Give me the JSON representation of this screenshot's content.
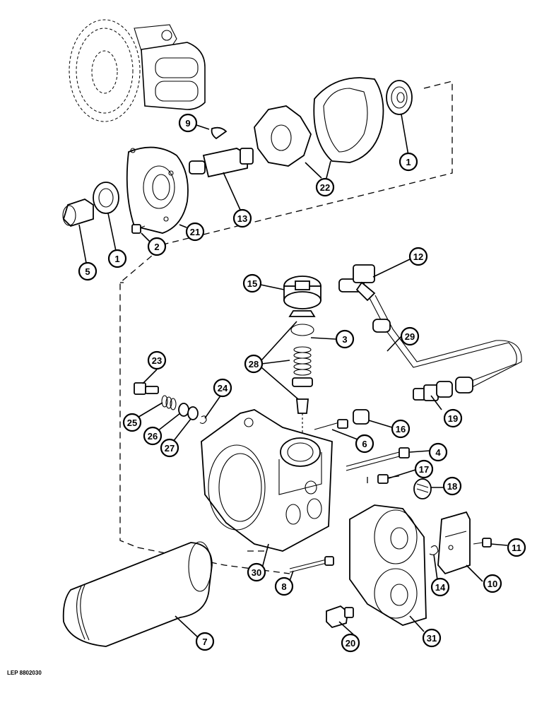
{
  "diagram": {
    "reference_code": "LEP 8802030",
    "callouts": [
      "1",
      "1",
      "2",
      "3",
      "4",
      "5",
      "6",
      "7",
      "8",
      "9",
      "10",
      "11",
      "12",
      "13",
      "14",
      "15",
      "16",
      "17",
      "18",
      "19",
      "20",
      "21",
      "22",
      "23",
      "24",
      "25",
      "26",
      "27",
      "28",
      "29",
      "30",
      "31"
    ]
  }
}
